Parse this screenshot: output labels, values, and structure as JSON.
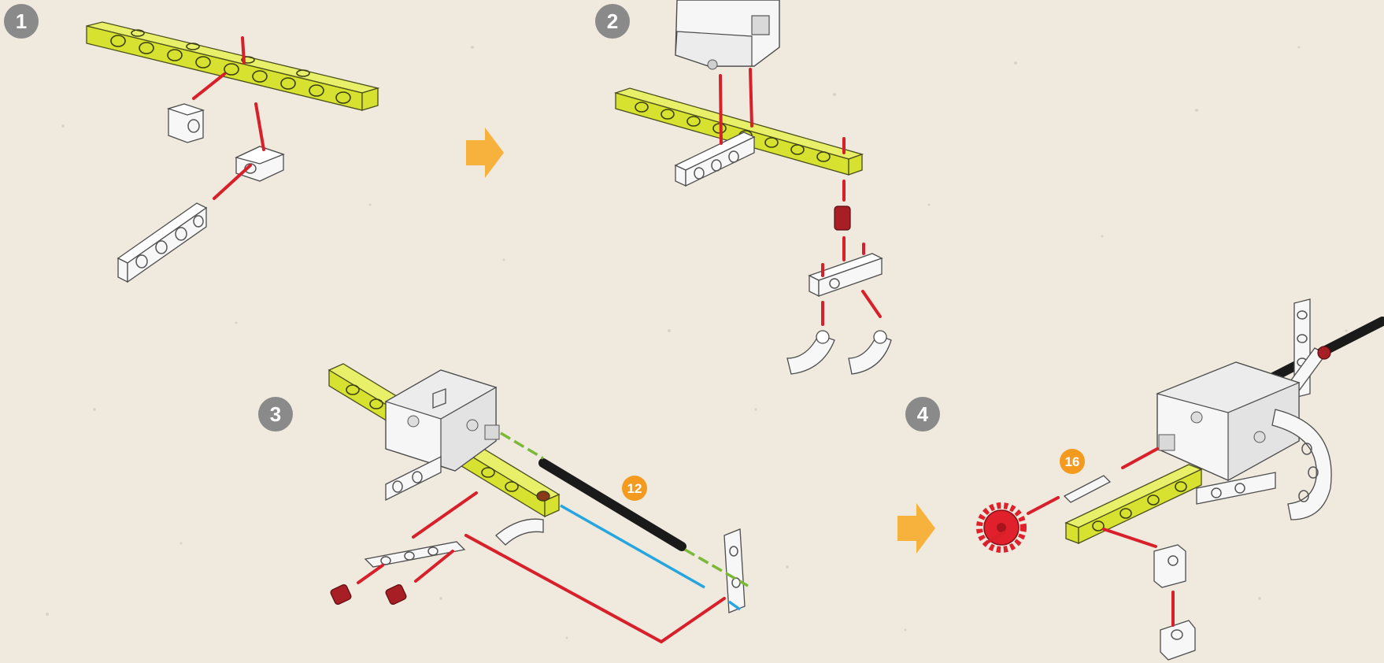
{
  "steps": [
    {
      "number": "1"
    },
    {
      "number": "2"
    },
    {
      "number": "3"
    },
    {
      "number": "4"
    }
  ],
  "part_counts": [
    {
      "value": "12"
    },
    {
      "value": "16"
    }
  ],
  "colors": {
    "background": "#efe9de",
    "step_badge": "#8a8a8a",
    "part_badge": "#f39a1f",
    "next_arrow": "#f7b23d",
    "guide_red": "#d8202a",
    "guide_green": "#7bb838",
    "guide_blue": "#27a5df",
    "beam_yellow": "#d6e22f",
    "beam_white": "#f7f7f7",
    "axle": "#1a1a1a",
    "pin_red": "#a81e25",
    "gear_red": "#e0202b"
  },
  "icons": [
    "next-step-arrow-icon",
    "next-step-arrow-icon"
  ]
}
